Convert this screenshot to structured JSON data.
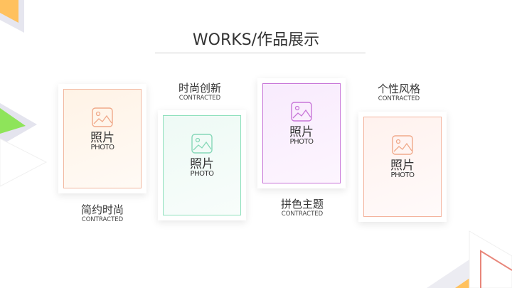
{
  "header": {
    "title": "WORKS/作品展示"
  },
  "cards": [
    {
      "photo_cn": "照片",
      "photo_en": "PHOTO",
      "caption_cn": "简约时尚",
      "caption_en": "CONTRACTED",
      "border": "#f2b8a0",
      "bg": "#fff6ec",
      "icon": "#f0a98a"
    },
    {
      "photo_cn": "照片",
      "photo_en": "PHOTO",
      "caption_cn": "时尚创新",
      "caption_en": "CONTRACTED",
      "border": "#8fe0bd",
      "bg": "#f1fbf7",
      "icon": "#86d8b8"
    },
    {
      "photo_cn": "照片",
      "photo_en": "PHOTO",
      "caption_cn": "拼色主题",
      "caption_en": "CONTRACTED",
      "border": "#c876d8",
      "bg": "#fbeefd",
      "icon": "#c876d8"
    },
    {
      "photo_cn": "照片",
      "photo_en": "PHOTO",
      "caption_cn": "个性风格",
      "caption_en": "CONTRACTED",
      "border": "#f4b49e",
      "bg": "#fff5f1",
      "icon": "#f0a98a"
    }
  ],
  "colors": {
    "accent_orange": "#ffc163",
    "accent_green": "#8ee05a",
    "accent_red": "#e87b7b"
  }
}
